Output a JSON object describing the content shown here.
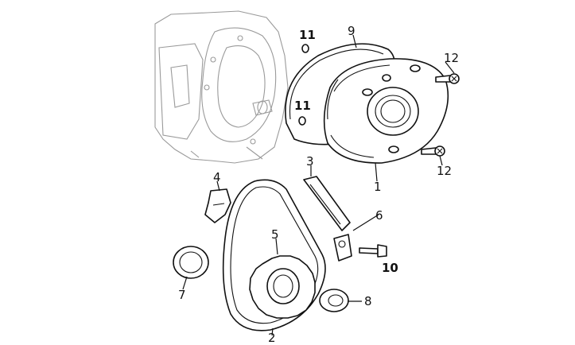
{
  "callouts": {
    "c1": "1",
    "c2": "2",
    "c3": "3",
    "c4": "4",
    "c5": "5",
    "c6": "6",
    "c7": "7",
    "c8": "8",
    "c9": "9",
    "c10": "10",
    "c11a": "11",
    "c11b": "11",
    "c12a": "12",
    "c12b": "12"
  },
  "colors": {
    "line": "#111111",
    "ghost": "#9a9a9a",
    "background": "#ffffff"
  }
}
